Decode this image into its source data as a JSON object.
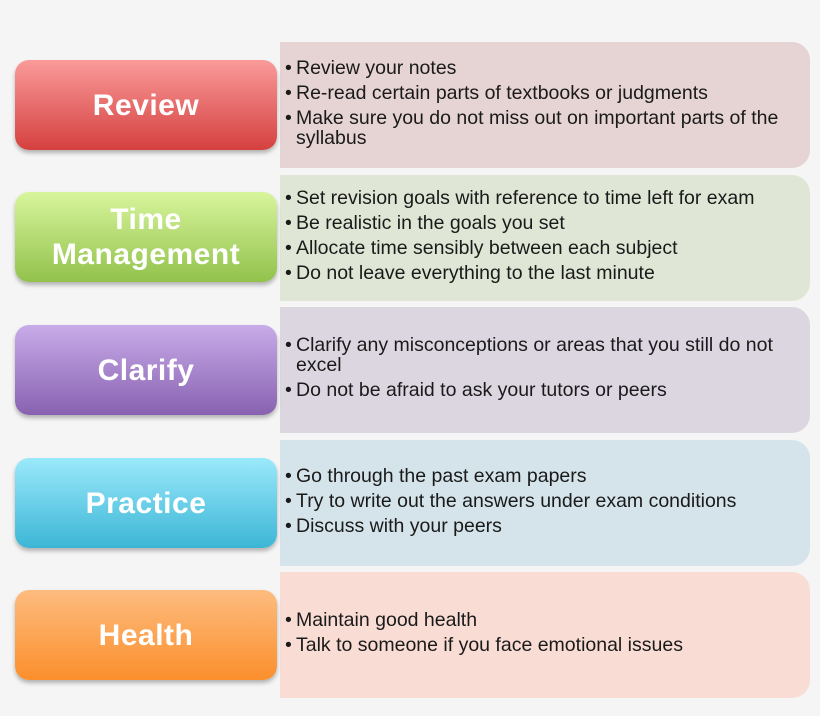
{
  "rows": [
    {
      "label": "Review",
      "label_gradient": [
        "#f99b9a",
        "#d5413f"
      ],
      "panel_color": "#e6d3d3",
      "bullets": [
        "Review your notes",
        "Re-read certain parts of textbooks or judgments",
        "Make sure you do not miss out on important parts of the syllabus"
      ]
    },
    {
      "label": "Time Management",
      "label_gradient": [
        "#d8f59c",
        "#92c24c"
      ],
      "panel_color": "#dfe6d5",
      "bullets": [
        "Set revision goals with reference to time left for exam",
        "Be realistic in the goals you set",
        "Allocate time sensibly between each subject",
        "Do not leave everything to the last minute"
      ]
    },
    {
      "label": "Clarify",
      "label_gradient": [
        "#c8abe9",
        "#8862b0"
      ],
      "panel_color": "#dcd6e1",
      "bullets": [
        "Clarify any misconceptions or areas that you still do not excel",
        "Do not be afraid to ask your tutors or peers"
      ]
    },
    {
      "label": "Practice",
      "label_gradient": [
        "#9be9fb",
        "#3cb6d6"
      ],
      "panel_color": "#d5e4ea",
      "bullets": [
        "Go through the past exam papers",
        "Try to write out the answers under exam conditions",
        "Discuss with your peers"
      ]
    },
    {
      "label": "Health",
      "label_gradient": [
        "#fdbc7f",
        "#fb8f2c"
      ],
      "panel_color": "#f9ddd4",
      "bullets": [
        "Maintain good health",
        "Talk to someone if you face emotional issues"
      ]
    }
  ],
  "bullet_char": "•"
}
